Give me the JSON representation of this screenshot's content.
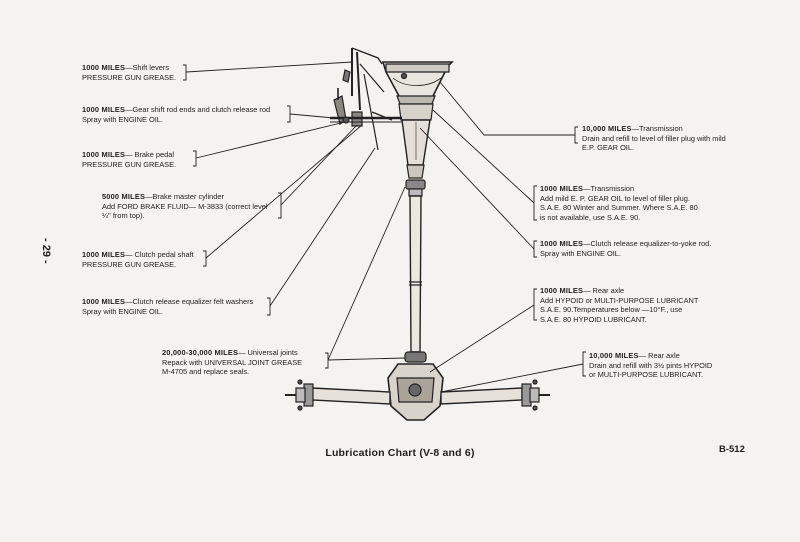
{
  "page_number": "- 29 -",
  "caption": "Lubrication Chart (V-8 and 6)",
  "code": "B-512",
  "callouts": [
    {
      "id": "shift-levers",
      "interval": "1000 MILES",
      "lines": [
        "—Shift levers",
        "PRESSURE GUN GREASE."
      ]
    },
    {
      "id": "gear-shift-rod",
      "interval": "1000 MILES",
      "lines": [
        "—Gear shift rod ends and clutch release rod",
        "Spray with ENGINE OIL."
      ]
    },
    {
      "id": "brake-pedal",
      "interval": "1000 MILES",
      "lines": [
        "— Brake pedal",
        "PRESSURE GUN GREASE."
      ]
    },
    {
      "id": "brake-master-cylinder",
      "interval": "5000 MILES",
      "lines": [
        "—Brake master cylinder",
        "Add FORD BRAKE FLUID— M-3833 (correct level",
        "¼\" from top)."
      ]
    },
    {
      "id": "clutch-pedal-shaft",
      "interval": "1000 MILES",
      "lines": [
        "— Clutch pedal shaft",
        "PRESSURE GUN GREASE."
      ]
    },
    {
      "id": "clutch-felt-washers",
      "interval": "1000 MILES",
      "lines": [
        "—Clutch release equalizer felt washers",
        "Spray with ENGINE OIL."
      ]
    },
    {
      "id": "universal-joints",
      "interval": "20,000-30,000 MILES",
      "lines": [
        "— Universal joints",
        "Repack with UNIVERSAL JOINT GREASE",
        "M-4705 and replace seals."
      ]
    },
    {
      "id": "transmission-10000",
      "interval": "10,000 MILES",
      "lines": [
        "—Transmission",
        "Drain and refill to level of filler plug with mild",
        "E.P. GEAR OIL."
      ]
    },
    {
      "id": "transmission-1000",
      "interval": "1000 MILES",
      "lines": [
        "—Transmission",
        "Add mild E. P. GEAR OIL to level of filler plug.",
        "S.A.E. 80 Winter and Summer. Where S.A.E. 80",
        "is not available, use S.A.E. 90."
      ]
    },
    {
      "id": "clutch-equalizer-yoke",
      "interval": "1000 MILES",
      "lines": [
        "—Clutch release equalizer-to-yoke rod.",
        "Spray with ENGINE OIL."
      ]
    },
    {
      "id": "rear-axle-1000",
      "interval": "1000 MILES",
      "lines": [
        "— Rear axle",
        "Add HYPOID or MULTI-PURPOSE LUBRICANT",
        "S.A.E. 90.Temperatures below —10°F., use",
        "S.A.E. 80 HYPOID LUBRICANT."
      ]
    },
    {
      "id": "rear-axle-10000",
      "interval": "10,000 MILES",
      "lines": [
        "— Rear axle",
        "Drain and refill with 3½ pints HYPOID",
        "or MULTI-PURPOSE LUBRICANT."
      ]
    }
  ]
}
